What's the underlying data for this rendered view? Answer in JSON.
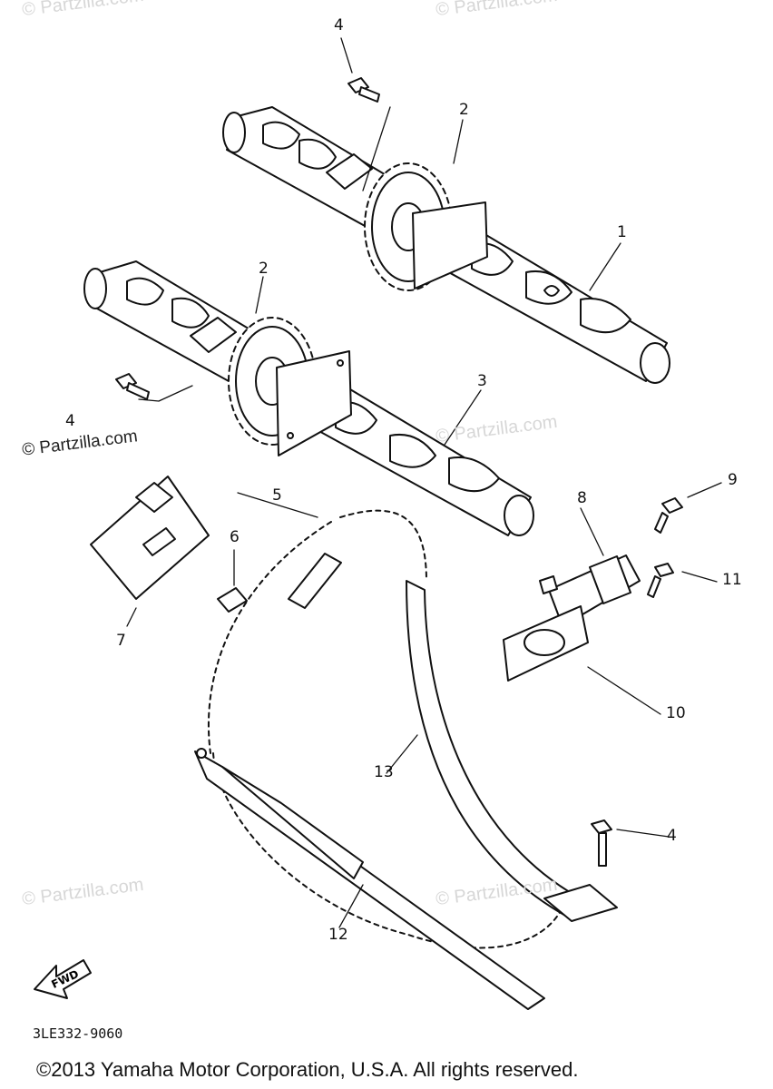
{
  "callouts": {
    "c1": "1",
    "c2a": "2",
    "c2b": "2",
    "c3": "3",
    "c4a": "4",
    "c4b": "4",
    "c4c": "4",
    "c5": "5",
    "c6": "6",
    "c7": "7",
    "c8": "8",
    "c9": "9",
    "c10": "10",
    "c11": "11",
    "c12": "12",
    "c13": "13"
  },
  "direction_label": "FWD",
  "diagram_code": "3LE332-9060",
  "watermarks": {
    "main": "© Partzilla.com",
    "faint": "© Partzilla.com"
  },
  "copyright": "©2013 Yamaha Motor Corporation, U.S.A. All rights reserved."
}
